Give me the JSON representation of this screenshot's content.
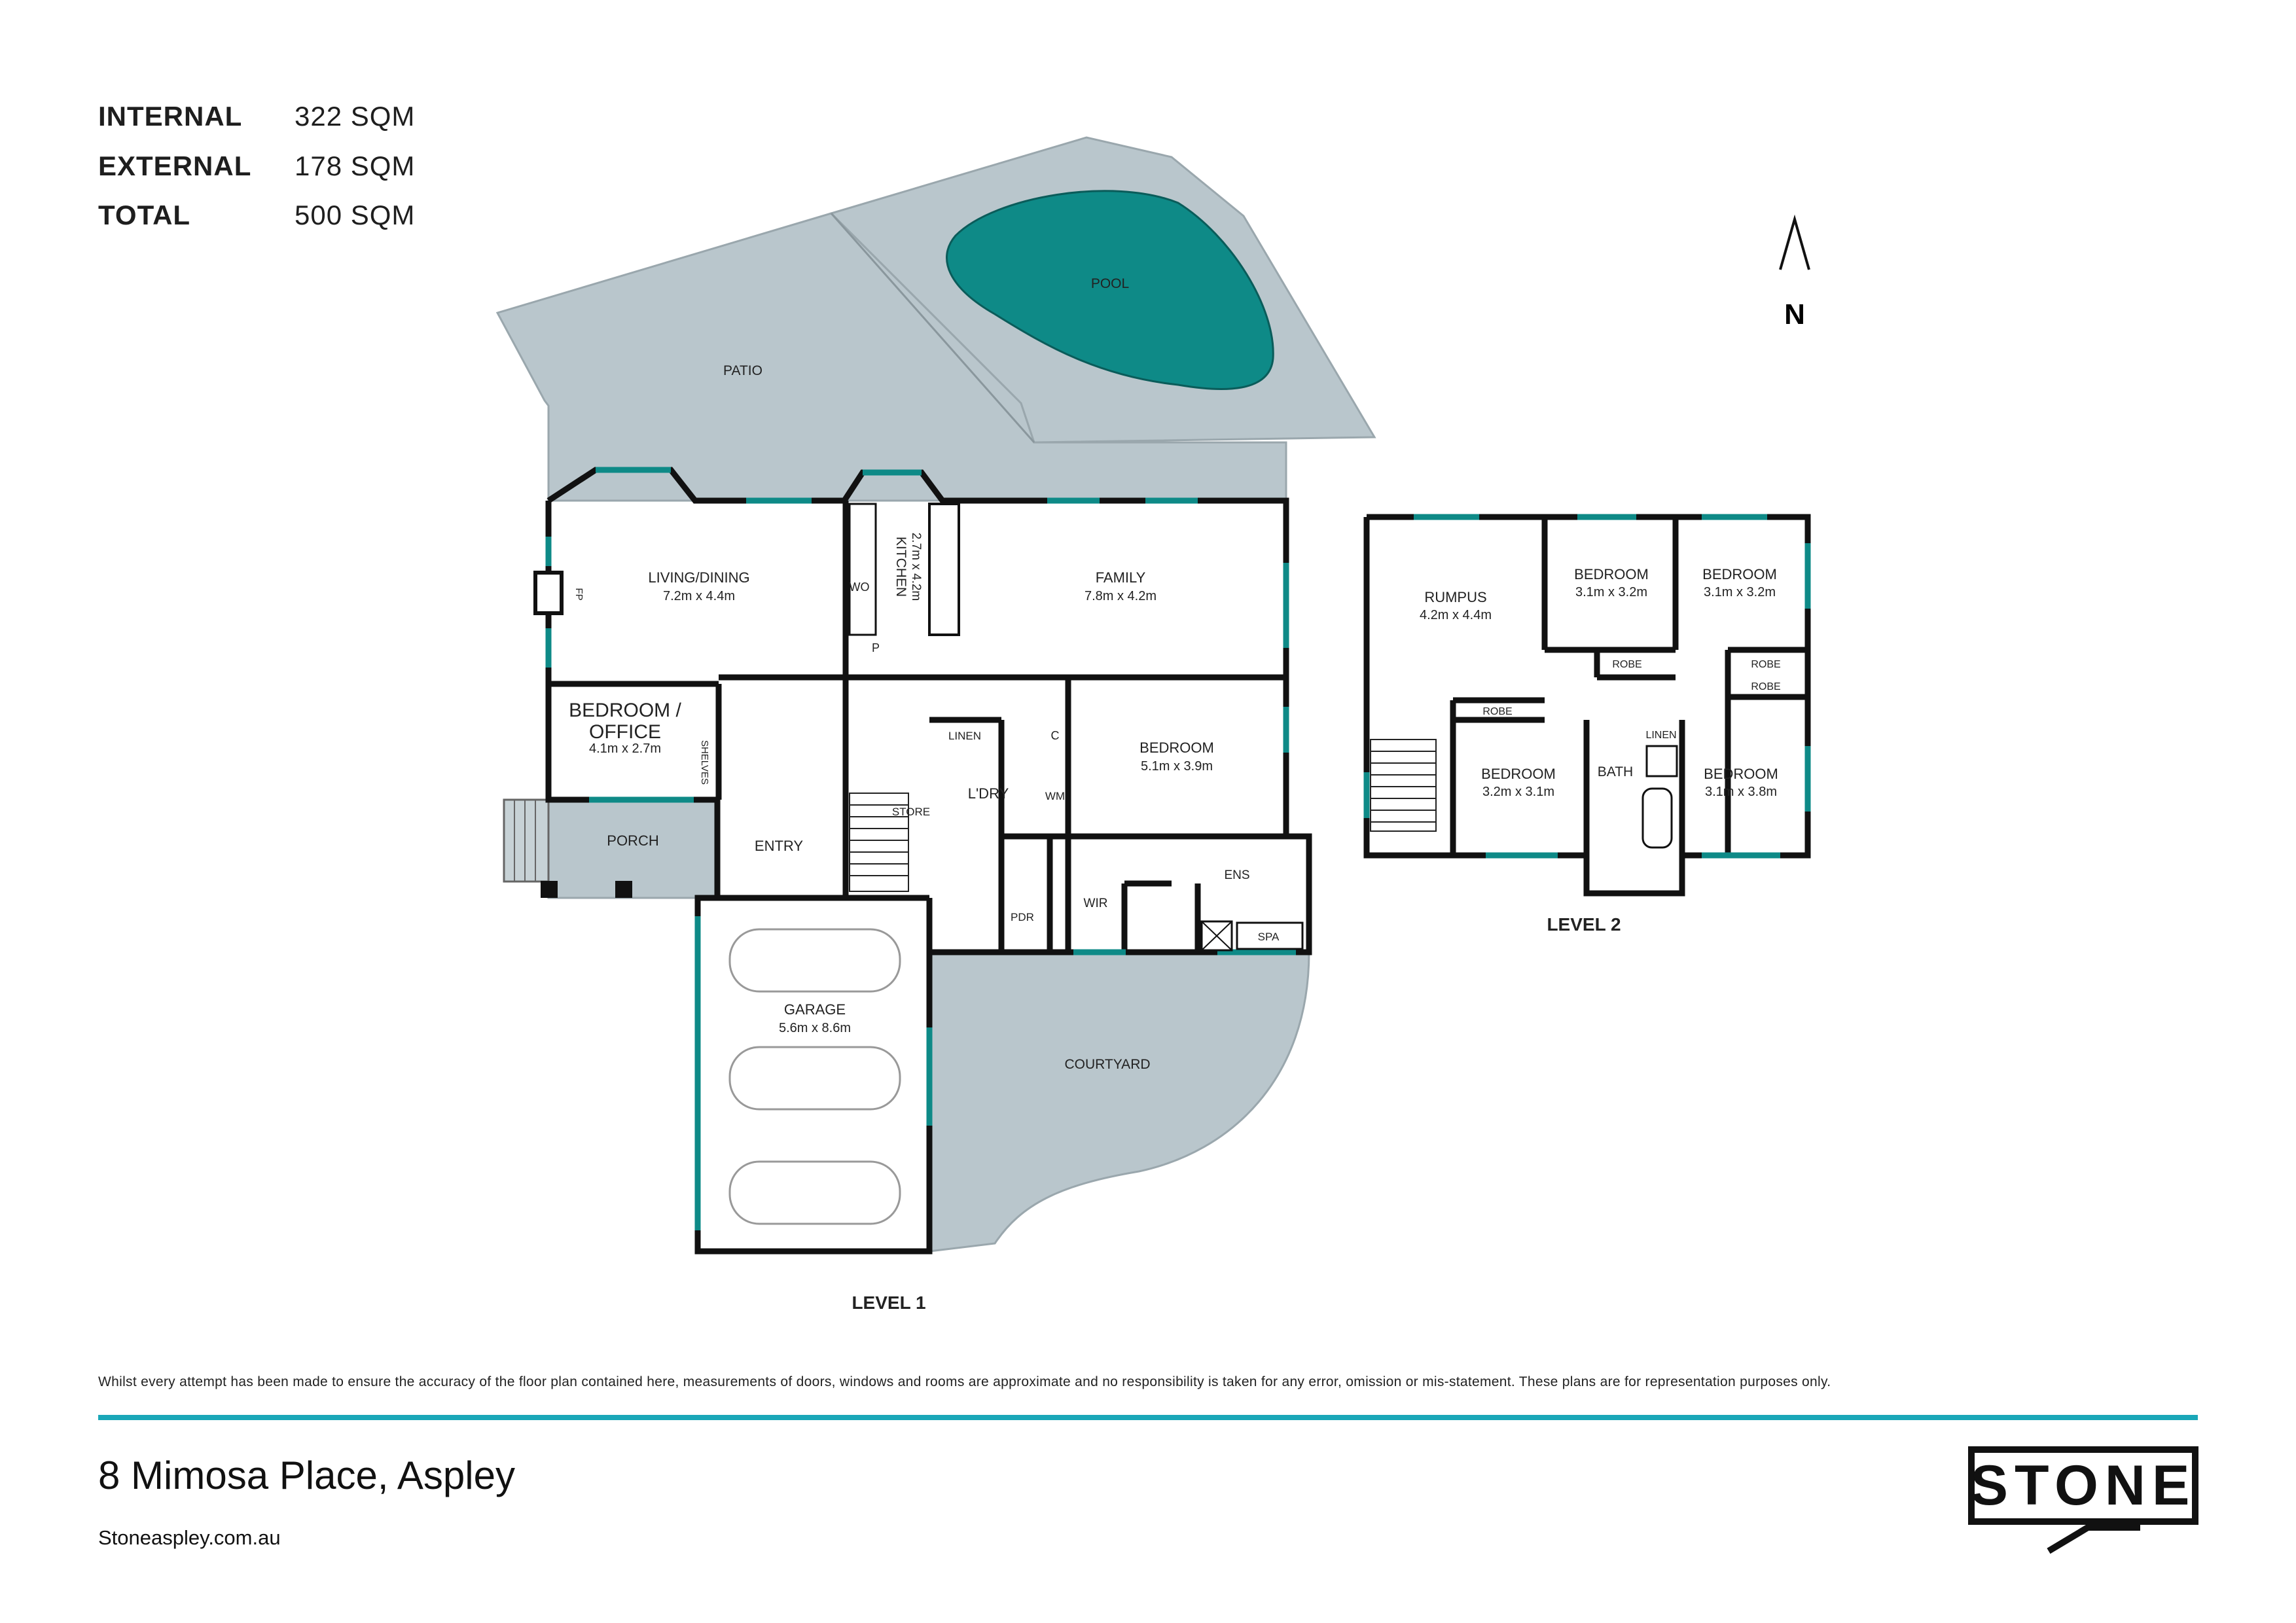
{
  "areas": [
    {
      "label": "INTERNAL",
      "value": "322 SQM"
    },
    {
      "label": "EXTERNAL",
      "value": "178 SQM"
    },
    {
      "label": "TOTAL",
      "value": "500 SQM"
    }
  ],
  "compass": {
    "label": "N"
  },
  "level1": {
    "title": "LEVEL 1",
    "rooms": {
      "patio": "PATIO",
      "pool": "POOL",
      "living_name": "LIVING/DINING",
      "living_dim": "7.2m x 4.4m",
      "kitchen_name": "KITCHEN",
      "kitchen_dim": "2.7m x 4.2m",
      "family_name": "FAMILY",
      "family_dim": "7.8m x 4.2m",
      "fp": "FP",
      "wo": "WO",
      "p": "P",
      "bed_office_1": "BEDROOM /",
      "bed_office_2": "OFFICE",
      "bed_office_dim": "4.1m x 2.7m",
      "shelves": "SHELVES",
      "porch": "PORCH",
      "entry": "ENTRY",
      "store": "STORE",
      "linen": "LINEN",
      "c": "C",
      "laundry": "L'DRY",
      "wm": "WM",
      "bedroom_name": "BEDROOM",
      "bedroom_dim": "5.1m x 3.9m",
      "wir": "WIR",
      "ens": "ENS",
      "spa": "SPA",
      "pdr": "PDR",
      "garage_name": "GARAGE",
      "garage_dim": "5.6m x 8.6m",
      "courtyard": "COURTYARD"
    }
  },
  "level2": {
    "title": "LEVEL 2",
    "rooms": {
      "rumpus_name": "RUMPUS",
      "rumpus_dim": "4.2m x 4.4m",
      "bed_a_name": "BEDROOM",
      "bed_a_dim": "3.1m x 3.2m",
      "bed_b_name": "BEDROOM",
      "bed_b_dim": "3.1m x 3.2m",
      "robe_1": "ROBE",
      "robe_2": "ROBE",
      "robe_3": "ROBE",
      "robe_4": "ROBE",
      "linen": "LINEN",
      "bath": "BATH",
      "bed_c_name": "BEDROOM",
      "bed_c_dim": "3.2m x 3.1m",
      "bed_d_name": "BEDROOM",
      "bed_d_dim": "3.1m x 3.8m"
    }
  },
  "disclaimer": "Whilst every attempt has been made to ensure the accuracy of the floor plan contained here, measurements of doors, windows and rooms are approximate and no responsibility is taken for any error, omission or mis-statement. These plans are for representation purposes only.",
  "address": "8 Mimosa Place, Aspley",
  "website": "Stoneaspley.com.au",
  "logo": "STONE",
  "colors": {
    "accent": "#1aa7b8",
    "pool": "#0e8a87",
    "outdoor": "#b9c6cc",
    "wall": "#111111"
  }
}
